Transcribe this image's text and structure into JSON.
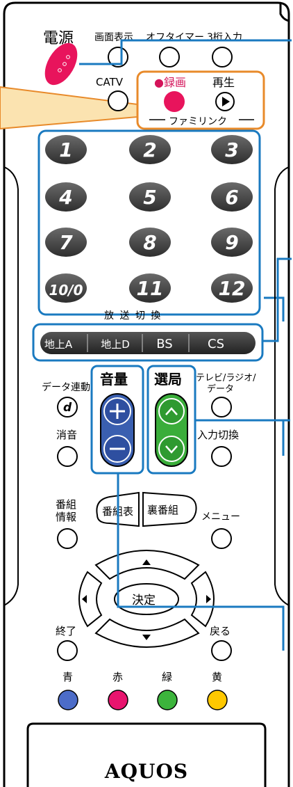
{
  "labels": {
    "power": "電源",
    "display": "画面表示",
    "offtimer": "オフタイマー",
    "digit3": "3桁入力",
    "catv": "CATV",
    "record": "●録画",
    "play": "再生",
    "famlink": "ファミリンク",
    "broadcast_switch": "放 送 切 換",
    "volume": "音量",
    "channel": "選局",
    "tv_radio": "テレビ/ラジオ/",
    "data": "データ",
    "data_link": "データ連動",
    "mute": "消音",
    "input_switch": "入力切換",
    "program_info": [
      "番組",
      "情報"
    ],
    "epg": "番組表",
    "ura": "裏番組",
    "menu": "メニュー",
    "enter": "決定",
    "exit": "終了",
    "back": "戻る",
    "blue": "青",
    "red": "赤",
    "green": "緑",
    "yellow": "黄",
    "brand": "AQUOS",
    "d_symbol": "d"
  },
  "number_keys": [
    "1",
    "2",
    "3",
    "4",
    "5",
    "6",
    "7",
    "8",
    "9",
    "10/0",
    "11",
    "12"
  ],
  "broadcast_keys": [
    "地上A",
    "地上D",
    "BS",
    "CS"
  ],
  "colors": {
    "power": "#e8145c",
    "record": "#e8145c",
    "record_label": "#d4145a",
    "volume": "#3a5fb0",
    "channel": "#3aad3a",
    "highlight_blue": "#1a7ac0",
    "highlight_orange": "#e88a2a",
    "key_blue": "#4c6cc8",
    "key_red": "#e8146e",
    "key_green": "#3cb43c",
    "key_yellow": "#ffc800",
    "number_key": "#4a4a4a"
  }
}
